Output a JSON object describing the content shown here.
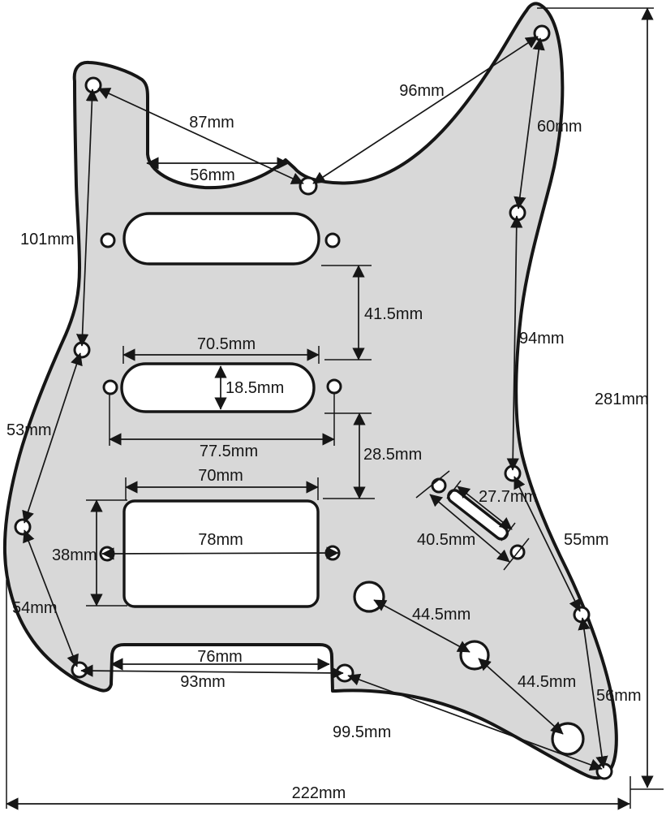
{
  "diagram": {
    "kind": "guitar-pickguard-dimension-drawing",
    "style": "HSS Stratocaster pickguard, 11-hole",
    "unit": "mm"
  },
  "colors": {
    "background": "#ffffff",
    "pickguard_fill": "#d8d8d8",
    "line": "#161616",
    "text": "#161616"
  },
  "dims": {
    "horn_screw_to_neck_screw": "87mm",
    "neck_pocket_edge": "56mm",
    "bridge_horn_to_neck_screw": "96mm",
    "horn_to_upper_right_screw": "60mm",
    "left_upper_screws": "101mm",
    "left_middle_screws": "53mm",
    "left_lower_screws": "54mm",
    "right_upper_screws": "94mm",
    "right_middle_screws": "55mm",
    "right_lower_screws": "56mm",
    "overall_width": "222mm",
    "overall_height": "281mm",
    "neck_to_middle_pickup": "41.5mm",
    "middle_pickup_width": "70.5mm",
    "middle_pickup_height": "18.5mm",
    "middle_pickup_screws": "77.5mm",
    "middle_to_bridge_pickup": "28.5mm",
    "bridge_pickup_width": "70mm",
    "bridge_pickup_screws": "78mm",
    "bridge_pickup_height": "38mm",
    "tremolo_cutout_width": "76mm",
    "tremolo_screws": "93mm",
    "bottom_screw_diagonal": "99.5mm",
    "volume_to_tone1": "44.5mm",
    "tone1_to_tone2": "44.5mm",
    "spring_slot_length": "27.7mm",
    "claw_screws": "40.5mm"
  }
}
